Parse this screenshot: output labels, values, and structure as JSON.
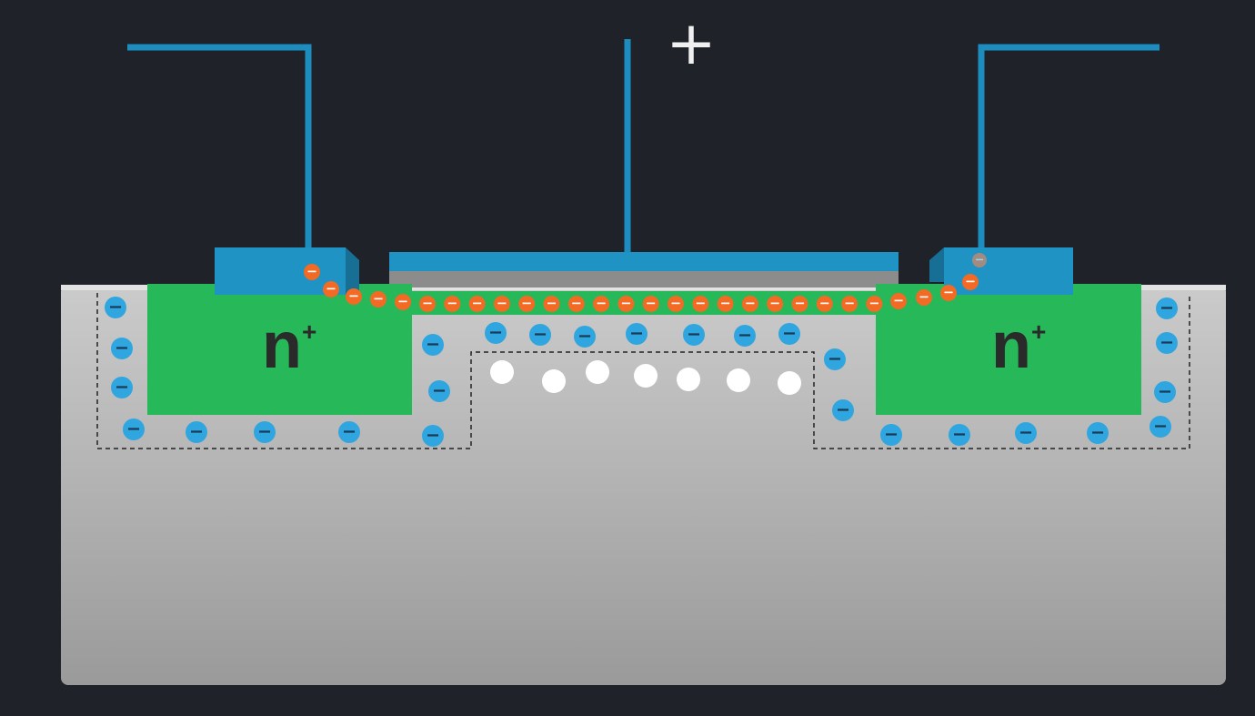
{
  "diagram": {
    "title": "n-channel MOSFET with positive gate voltage",
    "gate_polarity": "+",
    "source_region": {
      "label": "n",
      "superscript": "+"
    },
    "drain_region": {
      "label": "n",
      "superscript": "+"
    },
    "charge_symbol": "−"
  },
  "colors": {
    "background": "#1f2329",
    "wire": "#1d8cbf",
    "contact": "#1e93c4",
    "n_plus": "#27b85a",
    "substrate_top": "#c9c9c9",
    "substrate_bottom": "#9c9c9c",
    "electron": "#f26a24",
    "ion": "#2fa6e0",
    "hole": "#ffffff"
  }
}
